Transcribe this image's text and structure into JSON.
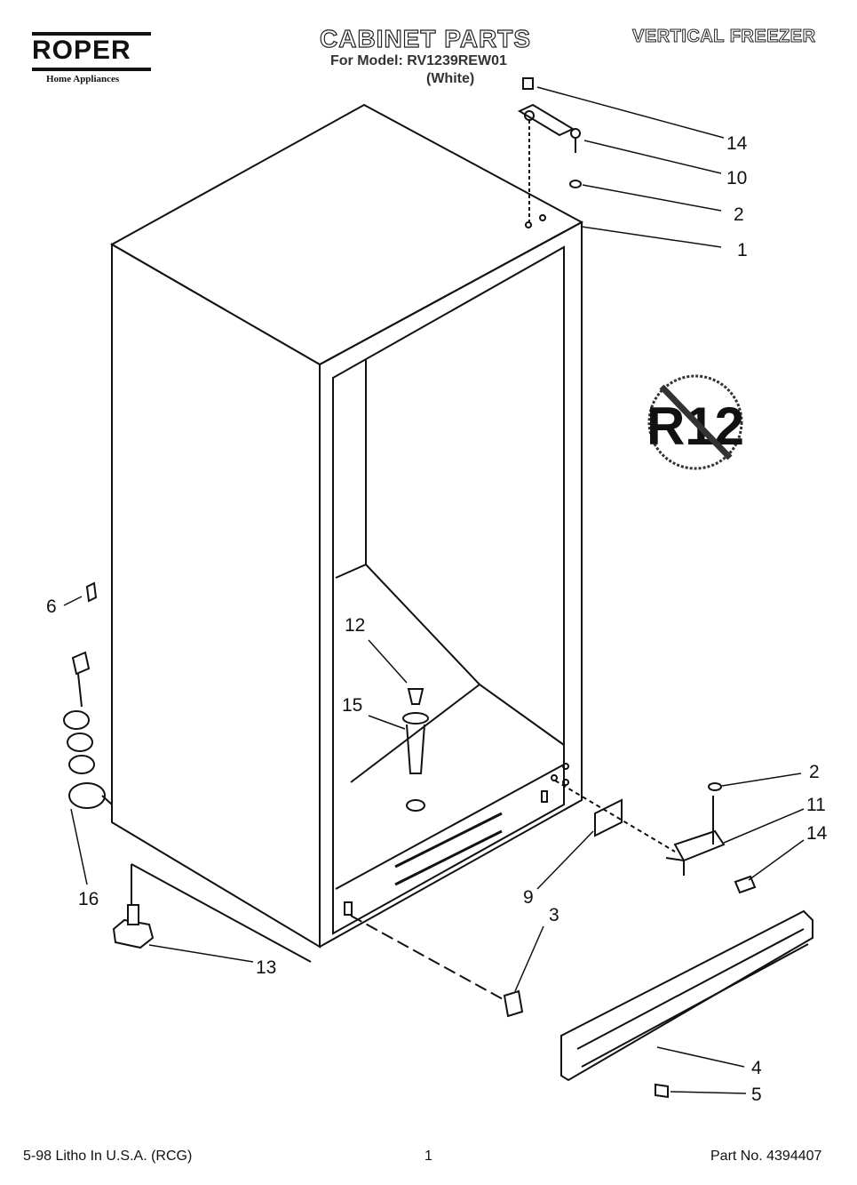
{
  "header": {
    "brand": "ROPER",
    "brand_tagline": "Home Appliances",
    "title": "CABINET PARTS",
    "model_line": "For Model: RV1239REW01",
    "variant": "(White)",
    "category": "VERTICAL FREEZER"
  },
  "badge": {
    "text": "R12"
  },
  "callouts": [
    "14",
    "10",
    "2",
    "1",
    "6",
    "12",
    "15",
    "16",
    "13",
    "2",
    "11",
    "14",
    "9",
    "3",
    "4",
    "5"
  ],
  "footer": {
    "left": "5-98 Litho In U.S.A. (RCG)",
    "page": "1",
    "part_no": "Part No. 4394407"
  }
}
